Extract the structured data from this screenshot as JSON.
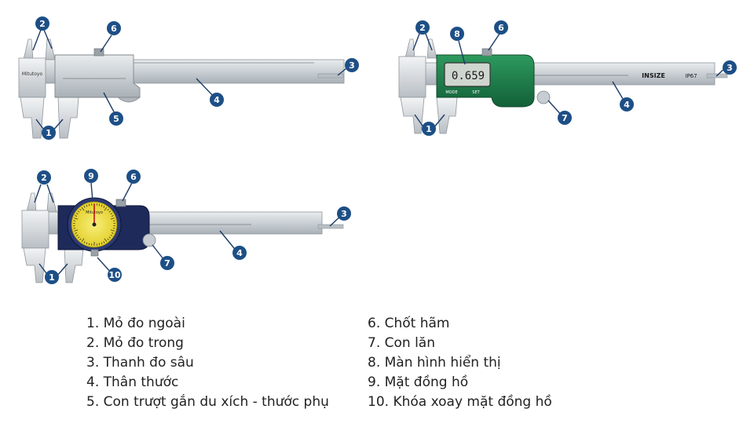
{
  "instruments": {
    "vernier": {
      "brand": "Mitutoyo",
      "numbers": [
        "2",
        "6",
        "3",
        "4",
        "5",
        "1"
      ]
    },
    "digital": {
      "reading": "0.659",
      "mode_label": "MODE",
      "set_label": "SET",
      "brand": "INSIZE",
      "rating": "IP67",
      "numbers": [
        "2",
        "8",
        "6",
        "3",
        "4",
        "7",
        "1"
      ]
    },
    "dial": {
      "brand": "Mitutoyo",
      "numbers": [
        "2",
        "9",
        "6",
        "3",
        "4",
        "7",
        "10",
        "1"
      ]
    }
  },
  "legend_left": [
    "1. Mỏ đo ngoài",
    "2. Mỏ đo trong",
    "3. Thanh đo sâu",
    "4. Thân thước",
    "5. Con trượt gắn du xích - thước phụ"
  ],
  "legend_right": [
    "6. Chốt hãm",
    "7. Con lăn",
    "8. Màn hình hiển thị",
    "9. Mặt đồng hồ",
    "10. Khóa xoay mặt đồng hồ"
  ],
  "colors": {
    "marker": "#1d4f86",
    "digital_body": "#1e7a4a",
    "dial_face": "#f1e24a",
    "dial_body": "#1d2a5a"
  }
}
